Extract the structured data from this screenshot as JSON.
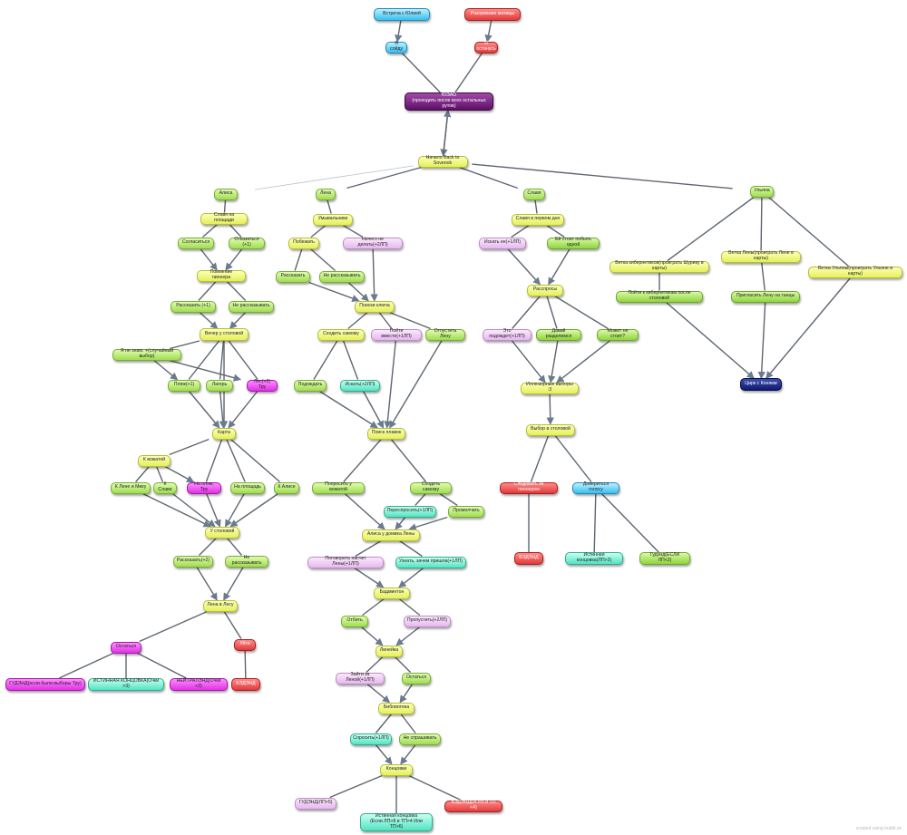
{
  "credit": "created using bubbl.us",
  "nodes": [
    {
      "id": "n1",
      "text": "Встреча с Юлией",
      "color": "bl"
    },
    {
      "id": "n2",
      "text": "Разорвание матицы",
      "color": "rd"
    },
    {
      "id": "n3",
      "text": "Я сойду",
      "color": "bl"
    },
    {
      "id": "n4",
      "text": "Я останусь",
      "color": "rd"
    },
    {
      "id": "n5",
      "text": "ЮЭАО\n(проходить после всех остальных рутов)",
      "color": "pu"
    },
    {
      "id": "n6",
      "text": "Начало Back to Sovenok",
      "color": "y"
    },
    {
      "id": "n7",
      "text": "Алиса",
      "color": "g"
    },
    {
      "id": "n8",
      "text": "Лена",
      "color": "g"
    },
    {
      "id": "n9",
      "text": "Славя",
      "color": "g"
    },
    {
      "id": "n10",
      "text": "Ульяна",
      "color": "g"
    },
    {
      "id": "n11",
      "text": "Славя на площади",
      "color": "y"
    },
    {
      "id": "n12",
      "text": "Согласиться",
      "color": "g"
    },
    {
      "id": "n13",
      "text": "Отказаться (+1)",
      "color": "g"
    },
    {
      "id": "n14",
      "text": "Поимение пионера",
      "color": "y"
    },
    {
      "id": "n15",
      "text": "Рассказать (+1)",
      "color": "g"
    },
    {
      "id": "n16",
      "text": "Не рассказывать",
      "color": "g"
    },
    {
      "id": "n17",
      "text": "Вечер у столовой",
      "color": "y"
    },
    {
      "id": "n18",
      "text": "Я не знаю. +(случайный выбор)",
      "color": "g"
    },
    {
      "id": "n19",
      "text": "Пляж(+1)",
      "color": "g"
    },
    {
      "id": "n20",
      "text": "Лагерь",
      "color": "g"
    },
    {
      "id": "n21",
      "text": "Лес(+2) Тру",
      "color": "mg"
    },
    {
      "id": "n22",
      "text": "Карта",
      "color": "y"
    },
    {
      "id": "n23",
      "text": "К вожатой",
      "color": "y"
    },
    {
      "id": "n24",
      "text": "К Лене и Мику",
      "color": "g"
    },
    {
      "id": "n25",
      "text": "К Славе",
      "color": "g"
    },
    {
      "id": "n26",
      "text": "На пляж, Тру",
      "color": "mg"
    },
    {
      "id": "n27",
      "text": "На площадь",
      "color": "g"
    },
    {
      "id": "n28",
      "text": "К Алисе",
      "color": "g"
    },
    {
      "id": "n29",
      "text": "У столовой",
      "color": "y"
    },
    {
      "id": "n30",
      "text": "Рассказать(+2)",
      "color": "g"
    },
    {
      "id": "n31",
      "text": "Не рассказывать",
      "color": "g"
    },
    {
      "id": "n32",
      "text": "Лена в Лесу",
      "color": "y"
    },
    {
      "id": "n33",
      "text": "Остаться",
      "color": "mg"
    },
    {
      "id": "n34",
      "text": "Уйти",
      "color": "rd"
    },
    {
      "id": "n35",
      "text": "ГУДЭНД(если были выборы Тру)",
      "color": "mg"
    },
    {
      "id": "n36",
      "text": "ИСТИННАЯ КОНЦОВКА(Очки >3)",
      "color": "tq"
    },
    {
      "id": "n37",
      "text": "НЕЙТРАЛЭНД(Очки <3)",
      "color": "mg"
    },
    {
      "id": "n38",
      "text": "БЭДЭНД",
      "color": "rd"
    },
    {
      "id": "n39",
      "text": "Умывальники",
      "color": "y"
    },
    {
      "id": "n40",
      "text": "Побежать",
      "color": "y"
    },
    {
      "id": "n41",
      "text": "Ничего не делать(+2ЛП)",
      "color": "pk"
    },
    {
      "id": "n42",
      "text": "Рассказать",
      "color": "g"
    },
    {
      "id": "n43",
      "text": "Не рассказывать",
      "color": "g"
    },
    {
      "id": "n44",
      "text": "Поиски ключа",
      "color": "y"
    },
    {
      "id": "n45",
      "text": "Сходить самому",
      "color": "y"
    },
    {
      "id": "n46",
      "text": "Пойти вместе(+1ЛП)",
      "color": "pk"
    },
    {
      "id": "n47",
      "text": "Отпустить Лену",
      "color": "g"
    },
    {
      "id": "n48",
      "text": "Подождать",
      "color": "g"
    },
    {
      "id": "n49",
      "text": "Искать(+2ЛП)",
      "color": "tq"
    },
    {
      "id": "n50",
      "text": "Поиск плавок",
      "color": "y"
    },
    {
      "id": "n51",
      "text": "Попросить у вожатой",
      "color": "g"
    },
    {
      "id": "n52",
      "text": "Сходить самому",
      "color": "g"
    },
    {
      "id": "n53",
      "text": "Переспросить(+1ЛП)",
      "color": "tq"
    },
    {
      "id": "n54",
      "text": "Промолчать",
      "color": "g"
    },
    {
      "id": "n55",
      "text": "Алиса у домика Лены",
      "color": "y"
    },
    {
      "id": "n56",
      "text": "Поговорить насчет Лены(+1ЛП)",
      "color": "pk"
    },
    {
      "id": "n57",
      "text": "Узнать, зачем пришла(+1ЛП)",
      "color": "tq"
    },
    {
      "id": "n58",
      "text": "Бадминтон",
      "color": "y"
    },
    {
      "id": "n59",
      "text": "Отбить",
      "color": "g"
    },
    {
      "id": "n60",
      "text": "Пропустить(+2ЛП)",
      "color": "pk"
    },
    {
      "id": "n61",
      "text": "Линейка",
      "color": "y"
    },
    {
      "id": "n62",
      "text": "Зайти за Леной(+1ЛП)",
      "color": "pk"
    },
    {
      "id": "n63",
      "text": "Остаться",
      "color": "g"
    },
    {
      "id": "n64",
      "text": "Библиотека",
      "color": "y"
    },
    {
      "id": "n65",
      "text": "Спросить(+1ЛП)",
      "color": "tq"
    },
    {
      "id": "n66",
      "text": "Не спрашивать",
      "color": "g"
    },
    {
      "id": "n67",
      "text": "Концовки",
      "color": "y"
    },
    {
      "id": "n68",
      "text": "ГУДЭНД(ЛП>5)",
      "color": "pk"
    },
    {
      "id": "n69",
      "text": "Истинная концовка\n(Если ЛП>8 и ТП>4 Или ТП>6)",
      "color": "tq"
    },
    {
      "id": "n70",
      "text": "БЭДЭНД(ЛП<5 и ТП <4)",
      "color": "rd"
    },
    {
      "id": "n71",
      "text": "Славя в первом дне",
      "color": "y"
    },
    {
      "id": "n72",
      "text": "Искать ее(+1ЛП)",
      "color": "pk"
    },
    {
      "id": "n73",
      "text": "Ей стоит побыть одной",
      "color": "lg"
    },
    {
      "id": "n74",
      "text": "Расспросы",
      "color": "y"
    },
    {
      "id": "n75",
      "text": "Это подождет(+1ЛП)",
      "color": "pk"
    },
    {
      "id": "n76",
      "text": "Давай разделимся",
      "color": "lg"
    },
    {
      "id": "n77",
      "text": "Может не стоит?",
      "color": "lg"
    },
    {
      "id": "n78",
      "text": "Иллюзорные выборы :3",
      "color": "y"
    },
    {
      "id": "n79",
      "text": "Выбор в столовой",
      "color": "y"
    },
    {
      "id": "n80",
      "text": "Следовать за пионером",
      "color": "rd"
    },
    {
      "id": "n81",
      "text": "Довериться голосу",
      "color": "bl"
    },
    {
      "id": "n82",
      "text": "БЭДЭНД",
      "color": "rd"
    },
    {
      "id": "n83",
      "text": "Истинная концовка(ЛП>2)",
      "color": "tq"
    },
    {
      "id": "n84",
      "text": "Гудэнд(ЕСЛИ ЛП<2)",
      "color": "lg"
    },
    {
      "id": "n85",
      "text": "Ветка кибернетиков(проиграть Шурику в карты)",
      "color": "y"
    },
    {
      "id": "n86",
      "text": "Ветка Лены(проиграть Лене в карты)",
      "color": "y"
    },
    {
      "id": "n87",
      "text": "Ветка Ульяны(проиграть Ульяне в карты)",
      "color": "y"
    },
    {
      "id": "n88",
      "text": "Пойти к кибернетикам после столовой",
      "color": "lg"
    },
    {
      "id": "n89",
      "text": "Пригласить Лену на танцы",
      "color": "lg"
    },
    {
      "id": "n90",
      "text": "Цирк с Конями",
      "color": "nv"
    }
  ]
}
